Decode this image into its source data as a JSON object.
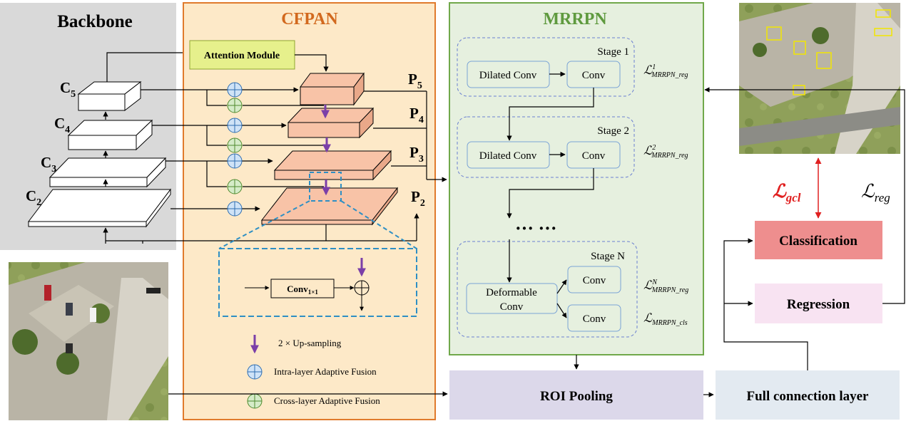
{
  "backbone": {
    "title": "Backbone",
    "levels": [
      {
        "base": "C",
        "sub": "5"
      },
      {
        "base": "C",
        "sub": "4"
      },
      {
        "base": "C",
        "sub": "3"
      },
      {
        "base": "C",
        "sub": "2"
      }
    ]
  },
  "cfpan": {
    "title": "CFPAN",
    "attention_label": "Attention Module",
    "outputs": [
      {
        "base": "P",
        "sub": "5"
      },
      {
        "base": "P",
        "sub": "4"
      },
      {
        "base": "P",
        "sub": "3"
      },
      {
        "base": "P",
        "sub": "2"
      }
    ],
    "detail": {
      "conv_label": "Conv",
      "conv_sub": "1×1"
    },
    "legend": {
      "upsample": "2 × Up-sampling",
      "intra": "Intra-layer Adaptive Fusion",
      "cross": "Cross-layer Adaptive Fusion"
    }
  },
  "mrrpn": {
    "title": "MRRPN",
    "stages": [
      {
        "label": "Stage 1",
        "left": "Dilated Conv",
        "right": "Conv"
      },
      {
        "label": "Stage 2",
        "left": "Dilated Conv",
        "right": "Conv"
      },
      {
        "label": "Stage N",
        "left_line1": "Deformable",
        "left_line2": "Conv",
        "right_top": "Conv",
        "right_bottom": "Conv"
      }
    ],
    "ellipsis": "··· ···",
    "losses": [
      {
        "base": "ℒ",
        "sub": "MRRPN_reg",
        "sup": "1"
      },
      {
        "base": "ℒ",
        "sub": "MRRPN_reg",
        "sup": "2"
      },
      {
        "base": "ℒ",
        "sub": "MRRPN_reg",
        "sup": "N"
      },
      {
        "base": "ℒ",
        "sub": "MRRPN_cls",
        "sup": ""
      }
    ]
  },
  "head": {
    "roi_pooling": "ROI Pooling",
    "fc_layer": "Full connection layer",
    "classification": "Classification",
    "regression": "Regression",
    "loss_gcl": {
      "base": "ℒ",
      "sub": "gcl"
    },
    "loss_reg": {
      "base": "ℒ",
      "sub": "reg"
    }
  },
  "colors": {
    "backbone_bg": "#d9d9d9",
    "cfpan_bg": "#fde9c8",
    "cfpan_border": "#e07a2c",
    "cfpan_title": "#d2691e",
    "mrrpn_bg": "#e6f0df",
    "mrrpn_border": "#70a84a",
    "mrrpn_title": "#5f9a3f",
    "attention_bg": "#e6f08c",
    "pyramid": "#f8c3a7",
    "classification_bg": "#ee8e8e",
    "regression_bg": "#f8e3f2",
    "roi_bg": "#dcd8ea",
    "fc_bg": "#e3eaf1",
    "loss_gcl": "#e02020",
    "upsample_arrow": "#7b3fa8",
    "detail_border": "#2e8fc4"
  }
}
